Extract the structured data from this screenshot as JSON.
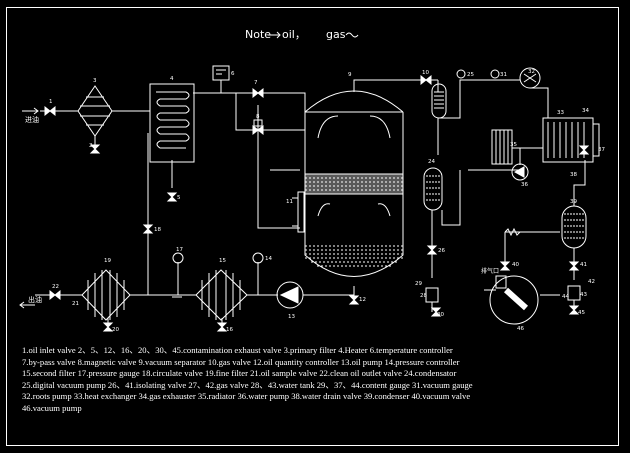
{
  "note": {
    "text": "Note",
    "oil": "oil，",
    "gas": "gas"
  },
  "side_labels": {
    "inlet": "进油",
    "outlet": "出油",
    "exhaust": "排气口"
  },
  "component_numbers": [
    "1",
    "2",
    "3",
    "4",
    "5",
    "6",
    "7",
    "8",
    "9",
    "10",
    "11",
    "12",
    "13",
    "14",
    "15",
    "16",
    "17",
    "18",
    "19",
    "20",
    "21",
    "22",
    "24",
    "25",
    "26",
    "28",
    "29",
    "30",
    "31",
    "32",
    "33",
    "34",
    "35",
    "36",
    "37",
    "38",
    "39",
    "40",
    "41",
    "42",
    "43",
    "44",
    "45",
    "46"
  ],
  "legend": {
    "lines": [
      "1.oil inlet valve 2、5、12、16、20、30、45.contamination exhaust valve 3.primary filter 4.Heater 6.temperature controller",
      "7.by-pass valve 8.magnetic valve 9.vacuum separator 10.gas valve 12.oil quantity controller 13.oil pump 14.pressure controller",
      "15.second filter 17.pressure gauge 18.circulate valve 19.fine filter 21.oil sample valve 22.clean oil outlet valve 24.condensator",
      "25.digital vacuum pump 26、41.isolating valve 27、42.gas valve 28、43.water tank 29、37、44.content gauge 31.vacuum gauge",
      "32.roots pump 33.heat exchanger 34.gas exhauster 35.radiator 36.water pump 38.water drain valve 39.condenser 40.vacuum valve",
      "46.vacuum pump"
    ]
  }
}
